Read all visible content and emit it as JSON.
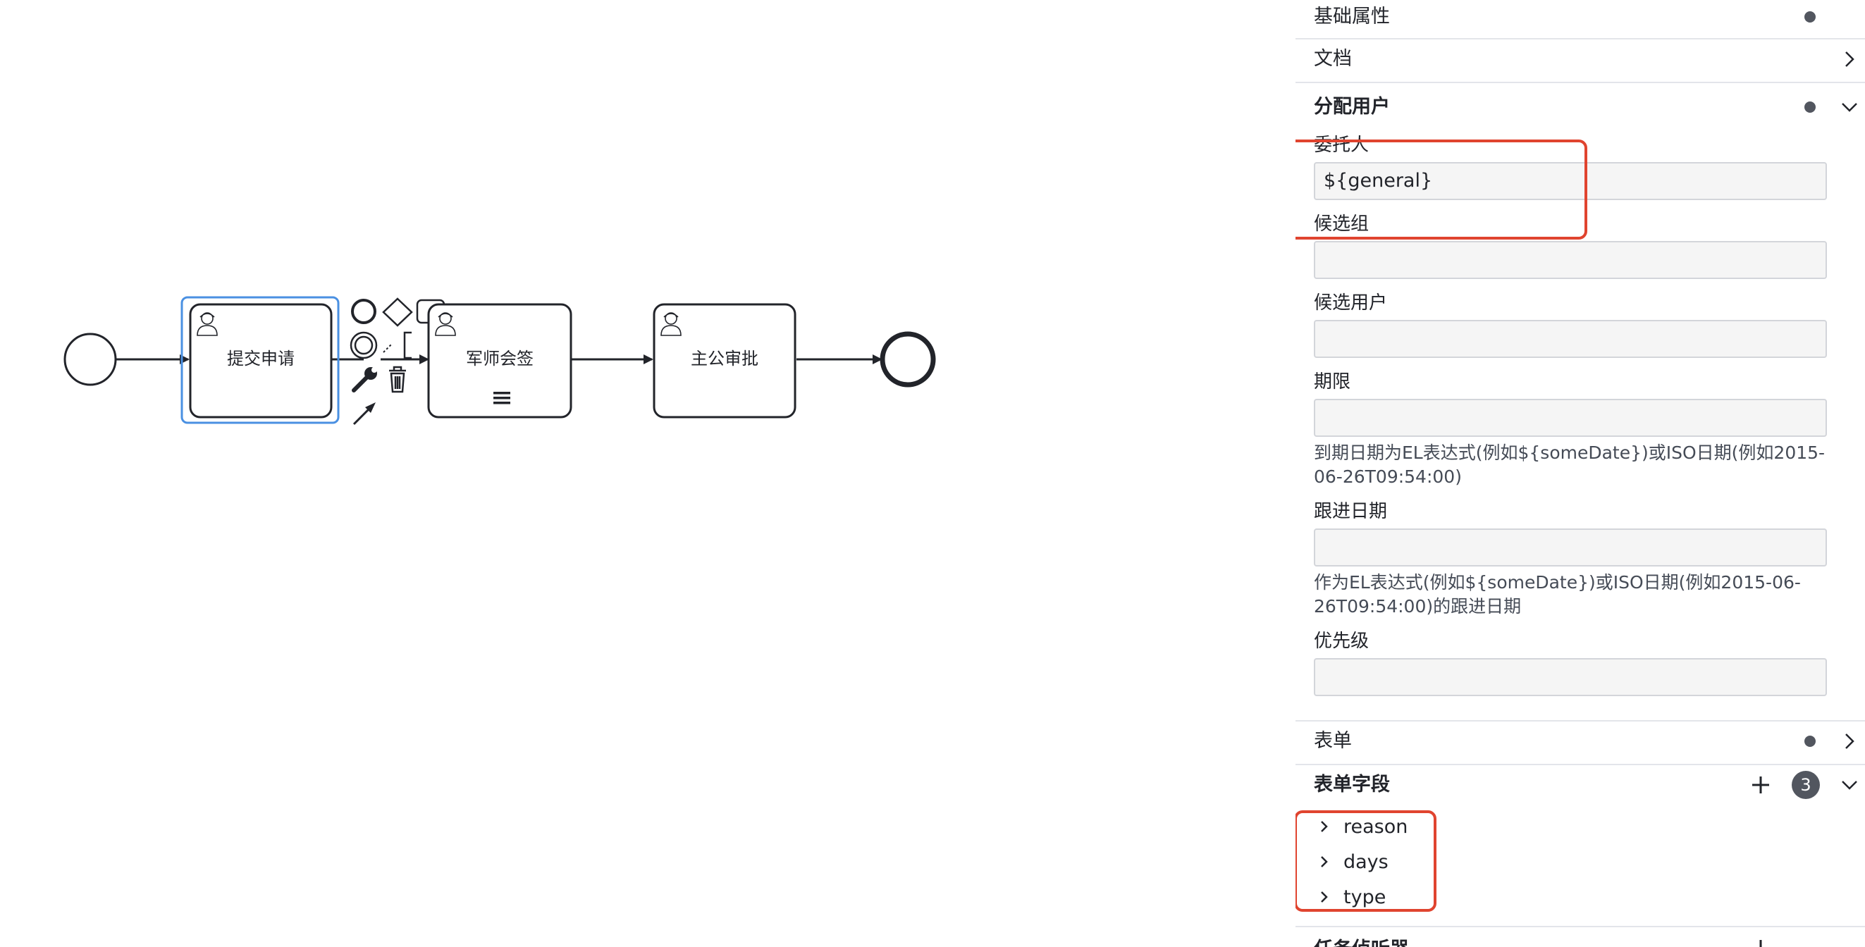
{
  "diagram": {
    "tasks": [
      {
        "id": "submit",
        "label": "提交申请",
        "selected": true
      },
      {
        "id": "countersign",
        "label": "军师会签",
        "multi_instance": true
      },
      {
        "id": "approve",
        "label": "主公审批"
      }
    ]
  },
  "properties_panel": {
    "groups": {
      "basic": {
        "title": "基础属性"
      },
      "docs": {
        "title": "文档"
      },
      "assign": {
        "title": "分配用户",
        "assignee_label": "委托人",
        "assignee_value": "${general}",
        "candidate_groups_label": "候选组",
        "candidate_users_label": "候选用户",
        "due_date_label": "期限",
        "due_date_desc": "到期日期为EL表达式(例如${someDate})或ISO日期(例如2015-06-26T09:54:00)",
        "follow_up_label": "跟进日期",
        "follow_up_desc": "作为EL表达式(例如${someDate})或ISO日期(例如2015-06-26T09:54:00)的跟进日期",
        "priority_label": "优先级"
      },
      "form": {
        "title": "表单"
      },
      "form_fields": {
        "title": "表单字段",
        "count": "3",
        "items": [
          "reason",
          "days",
          "type"
        ]
      },
      "task_listener": {
        "title": "任务侦听器"
      }
    }
  },
  "colors": {
    "selection": "#4a90e2",
    "highlight_box": "#e0442f",
    "badge": "#52565f"
  }
}
